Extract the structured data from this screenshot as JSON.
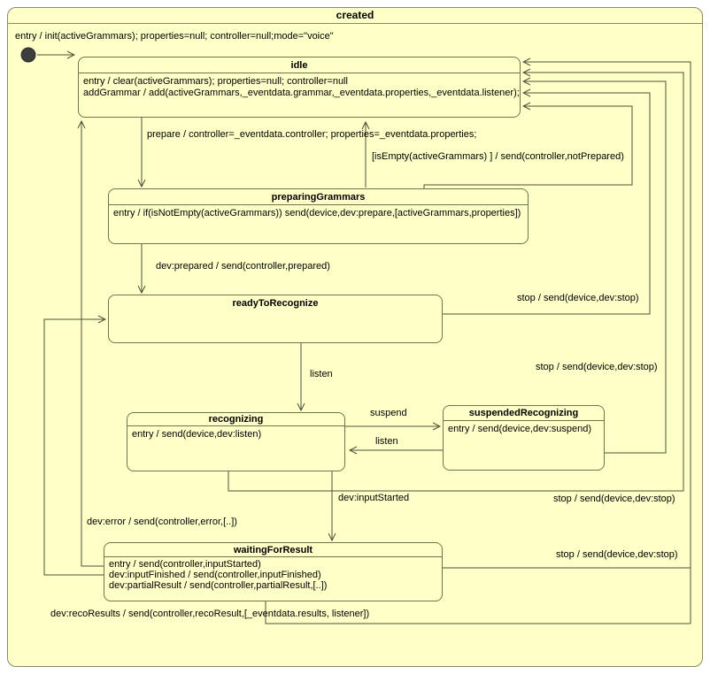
{
  "diagram": {
    "created": {
      "title": "created",
      "entry": "entry / init(activeGrammars); properties=null; controller=null;mode=\"voice\""
    },
    "states": {
      "idle": {
        "title": "idle",
        "lines": [
          "entry / clear(activeGrammars); properties=null; controller=null",
          "addGrammar / add(activeGrammars,_eventdata.grammar,_eventdata.properties,_eventdata.listener);"
        ]
      },
      "preparingGrammars": {
        "title": "preparingGrammars",
        "lines": [
          "entry / if(isNotEmpty(activeGrammars)) send(device,dev:prepare,[activeGrammars,properties])"
        ]
      },
      "readyToRecognize": {
        "title": "readyToRecognize",
        "lines": []
      },
      "recognizing": {
        "title": "recognizing",
        "lines": [
          "entry / send(device,dev:listen)"
        ]
      },
      "suspendedRecognizing": {
        "title": "suspendedRecognizing",
        "lines": [
          "entry / send(device,dev:suspend)"
        ]
      },
      "waitingForResult": {
        "title": "waitingForResult",
        "lines": [
          "entry / send(controller,inputStarted)",
          "dev:inputFinished / send(controller,inputFinished)",
          "dev:partialResult / send(controller,partialResult,[..])"
        ]
      }
    },
    "transition_labels": {
      "prepare": "prepare / controller=_eventdata.controller; properties=_eventdata.properties;",
      "is_empty": "[isEmpty(activeGrammars) ] / send(controller,notPrepared)",
      "dev_prepared": "dev:prepared / send(controller,prepared)",
      "stop_ready": "stop / send(device,dev:stop)",
      "stop_suspended": "stop / send(device,dev:stop)",
      "stop_recognizing": "stop / send(device,dev:stop)",
      "stop_waiting": "stop / send(device,dev:stop)",
      "listen_ready": "listen",
      "suspend": "suspend",
      "listen_resume": "listen",
      "dev_input_started": "dev:inputStarted",
      "dev_error": "dev:error / send(controller,error,[..])",
      "dev_reco_results": "dev:recoResults / send(controller,recoResult,[_eventdata.results, listener])"
    },
    "colors": {
      "background": "#FFFFC8",
      "state_border": "#72724E",
      "line": "#4F4F38",
      "initial_fill": "#3D3D3D"
    }
  }
}
